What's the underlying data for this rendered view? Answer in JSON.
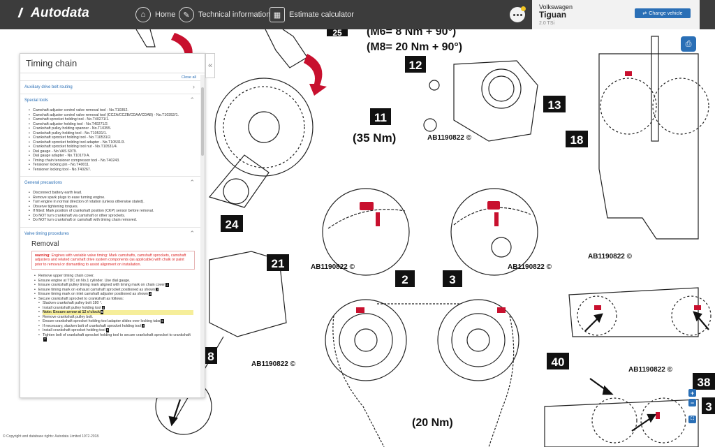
{
  "app": {
    "logo": "Autodata",
    "nav": {
      "home": "Home",
      "technical": "Technical information",
      "estimate": "Estimate calculator"
    }
  },
  "vehicle": {
    "make": "Volkswagen",
    "model": "Tiguan",
    "engine": "2.0 TSi",
    "change_label": "Change vehicle"
  },
  "panel": {
    "title": "Timing chain",
    "close_all": "Close all",
    "sections": {
      "aux": "Auxiliary drive belt routing",
      "special": "Special tools",
      "general": "General precautions",
      "valve": "Valve timing procedures"
    },
    "special_tools": [
      "Camshaft adjuster control valve removal tool - No.T10352.",
      "Camshaft adjuster control valve removal tool (CCZA/CCZB/CDAA/CDAB) - No.T10352/1.",
      "Camshaft sprocket holding tool - No.T40271/1.",
      "Camshaft adjuster holding tool - No.T40271/2.",
      "Crankshaft pulley holding spanner - No.T10355.",
      "Crankshaft pulley holding tool - No.T10531/1.",
      "Crankshaft sprocket holding tool - No.T10531/2.",
      "Crankshaft sprocket holding tool adapter - No.T10531/3.",
      "Crankshaft sprocket holding tool nut - No.T10531/4.",
      "Dial gauge - No.VAS 6079.",
      "Dial gauge adapter - No.T10170 A.",
      "Timing chain tensioner compressor tool - No.T40243.",
      "Tensioner locking pin - No.T40011.",
      "Tensioner locking tool - No.T40267."
    ],
    "precautions": [
      "Disconnect battery earth lead.",
      "Remove spark plugs to ease turning engine.",
      "Turn engine in normal direction of rotation (unless otherwise stated).",
      "Observe tightening torques.",
      "If fitted: Mark position of crankshaft position (CKP) sensor before removal.",
      "Do NOT turn crankshaft via camshaft or other sprockets.",
      "Do NOT turn crankshaft or camshaft with timing chain removed."
    ],
    "removal_title": "Removal",
    "warning_label": "warning:",
    "warning_text": "Engines with variable valve timing: Mark camshafts, camshaft sprockets, camshaft adjusters and related camshaft drive system components (as applicable) with chalk or paint prior to removal or dismantling to assist alignment on installation.",
    "steps": [
      {
        "t": "Remove upper timing chain cover.",
        "n": ""
      },
      {
        "t": "Ensure engine at TDC on No.1 cylinder. Use dial gauge.",
        "n": ""
      },
      {
        "t": "Ensure crankshaft pulley timing mark aligned with timing mark on chain cover",
        "n": "1"
      },
      {
        "t": "Ensure timing mark on exhaust camshaft sprocket positioned as shown",
        "n": "2"
      },
      {
        "t": "Ensure timing mark on inlet camshaft adjuster positioned as shown",
        "n": "3"
      },
      {
        "t": "Secure crankshaft sprocket to crankshaft as follows:",
        "n": ""
      },
      {
        "t": "Slacken crankshaft pulley bolt 180 °.",
        "n": "",
        "sub": true
      },
      {
        "t": "Install crankshaft pulley holding tool",
        "n": "4",
        "sub": true
      },
      {
        "t": "Note: Ensure arrow at 12 o'clock",
        "n": "5",
        "note": true
      },
      {
        "t": "Remove crankshaft pulley bolt.",
        "n": "",
        "sub": true
      },
      {
        "t": "Ensure crankshaft sprocket holding tool adapter slides over locking tabs",
        "n": "6",
        "sub": true
      },
      {
        "t": "If necessary, slacken bolt of crankshaft sprocket holding tool",
        "n": "7",
        "sub": true
      },
      {
        "t": "Install crankshaft sprocket holding tool",
        "n": "8",
        "sub": true
      },
      {
        "t": "Tighten bolt of crankshaft sprocket holding tool to secure crankshaft sprocket to crankshaft",
        "n": "7",
        "sub": true
      }
    ]
  },
  "diagram": {
    "torque_m6": "(M6= 8 Nm + 90°)",
    "torque_m8": "(M8= 20 Nm + 90°)",
    "torque_35": "(35 Nm)",
    "torque_20": "(20 Nm)",
    "ref_code": "AB1190822 ©",
    "callouts": [
      "25",
      "12",
      "11",
      "13",
      "18",
      "24",
      "21",
      "2",
      "3",
      "40",
      "38",
      "3",
      "8"
    ]
  },
  "footer": {
    "copyright": "© Copyright and database rights: Autodata Limited 1972-2018."
  },
  "colors": {
    "topbar": "#3c3c3c",
    "accent": "#2a6fb6",
    "timing_mark": "#c8102e"
  }
}
